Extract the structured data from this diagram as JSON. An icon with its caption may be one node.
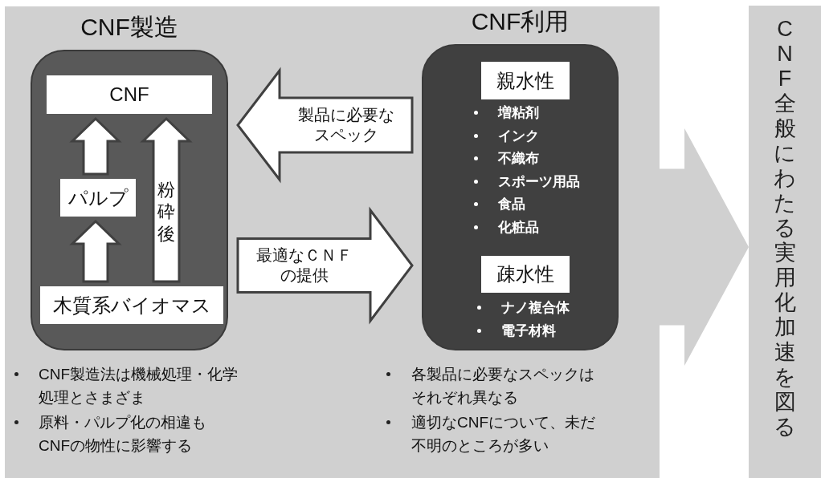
{
  "diagram": {
    "nodes": [
      {
        "text": [],
        "shape": "box"
      },
      {
        "text": [
          "CNF製造"
        ],
        "in": 0,
        "beside": [
          "CNF製造法は機械処理・化学処理とさまざま",
          "原料・パルプ化の相違もCNFの物性に影響する"
        ]
      },
      {
        "text": [
          "CNF"
        ],
        "in": 1
      },
      {
        "text": [
          "パルプ"
        ],
        "in": 1
      },
      {
        "text": [
          "木質系バイオマス"
        ],
        "in": 1
      },
      {
        "text": [
          "CNF利用"
        ],
        "in": 0,
        "beside": [
          "各製品に必要なスペックはそれぞれ異なる",
          "適切なCNFについて、未だ不明のところが多い"
        ]
      },
      {
        "text": [
          "親水性"
        ],
        "in": 5,
        "beside": [
          "増粘剤",
          "インク",
          "不織布",
          "スポーツ用品",
          "食品",
          "化粧品"
        ]
      },
      {
        "text": [
          "疎水性"
        ],
        "in": 5,
        "beside": [
          "ナノ複合体",
          "電子材料"
        ]
      },
      {
        "text": [
          "CNF全般にわたる実用化加速を図る"
        ]
      }
    ],
    "edges": [
      {
        "from": 4,
        "to": 3,
        "arrow": "to"
      },
      {
        "from": 3,
        "to": 2,
        "arrow": "to"
      },
      {
        "from": 4,
        "to": 2,
        "arrow": "to",
        "label": "粉砕後"
      },
      {
        "from": 5,
        "to": 1,
        "arrow": "to",
        "label": "製品に必要なスペック"
      },
      {
        "from": 1,
        "to": 5,
        "arrow": "to",
        "label": "最適なＣＮＦの提供"
      },
      {
        "from": 0,
        "to": 8,
        "arrow": "to",
        "color": "#d0d0d0"
      }
    ]
  }
}
